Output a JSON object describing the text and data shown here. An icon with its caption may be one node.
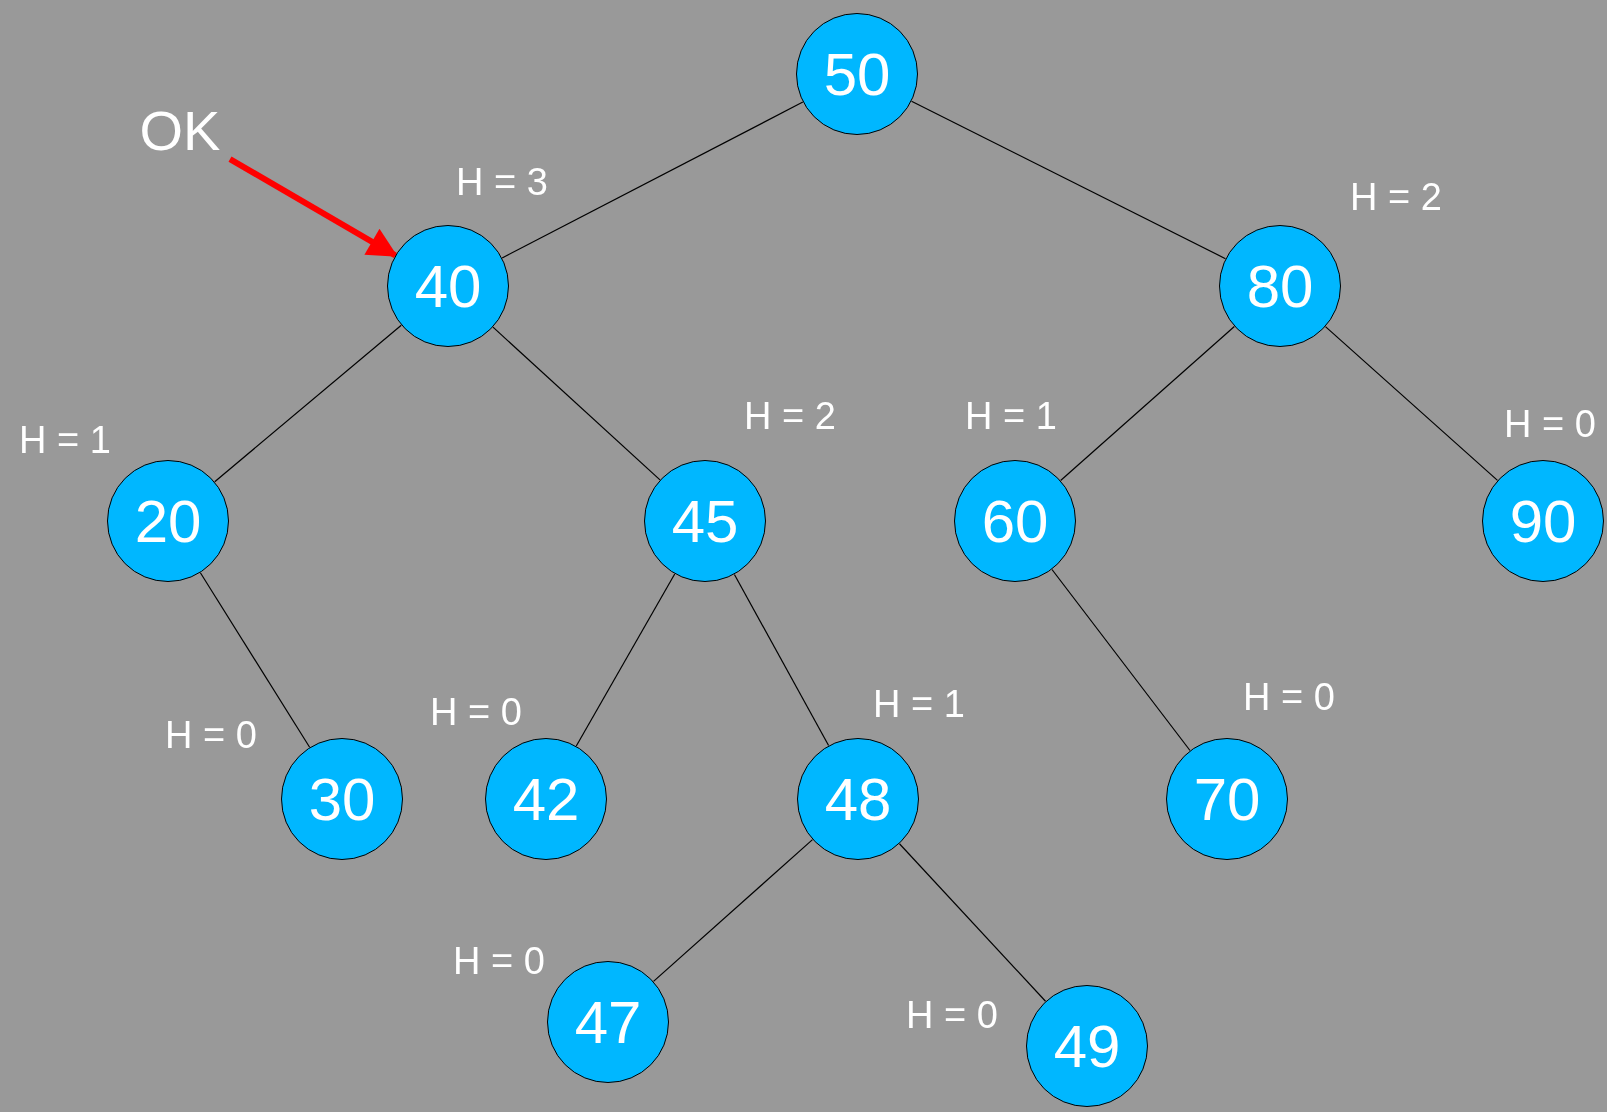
{
  "diagram": {
    "nodes": [
      {
        "text": [
          "50"
        ]
      },
      {
        "text": [
          "OK"
        ]
      },
      {
        "text": [
          "40"
        ],
        "beside": [
          "H = 3"
        ]
      },
      {
        "text": [
          "80"
        ],
        "beside": [
          "H = 2"
        ]
      },
      {
        "text": [
          "20"
        ],
        "beside": [
          "H = 1"
        ]
      },
      {
        "text": [
          "45"
        ],
        "beside": [
          "H = 2"
        ]
      },
      {
        "text": [
          "60"
        ],
        "beside": [
          "H = 1"
        ]
      },
      {
        "text": [
          "90"
        ],
        "beside": [
          "H = 0"
        ]
      },
      {
        "text": [
          "30"
        ],
        "beside": [
          "H = 0"
        ]
      },
      {
        "text": [
          "42"
        ],
        "beside": [
          "H = 0"
        ]
      },
      {
        "text": [
          "48"
        ],
        "beside": [
          "H = 1"
        ]
      },
      {
        "text": [
          "70"
        ],
        "beside": [
          "H = 0"
        ]
      },
      {
        "text": [
          "47"
        ],
        "beside": [
          "H = 0"
        ]
      },
      {
        "text": [
          "49"
        ],
        "beside": [
          "H = 0"
        ]
      }
    ],
    "edges": [
      {
        "from": 0,
        "to": 2,
        "arrow": "none"
      },
      {
        "from": 0,
        "to": 3,
        "arrow": "none"
      },
      {
        "from": 2,
        "to": 4,
        "arrow": "none"
      },
      {
        "from": 2,
        "to": 5,
        "arrow": "none"
      },
      {
        "from": 3,
        "to": 6,
        "arrow": "none"
      },
      {
        "from": 3,
        "to": 7,
        "arrow": "none"
      },
      {
        "from": 4,
        "to": 8,
        "arrow": "none"
      },
      {
        "from": 5,
        "to": 9,
        "arrow": "none"
      },
      {
        "from": 5,
        "to": 10,
        "arrow": "none"
      },
      {
        "from": 6,
        "to": 11,
        "arrow": "none"
      },
      {
        "from": 10,
        "to": 12,
        "arrow": "none"
      },
      {
        "from": 10,
        "to": 13,
        "arrow": "none"
      },
      {
        "from": 1,
        "to": 2,
        "arrow": "to",
        "style": "thick",
        "color": "#ff0000"
      }
    ]
  }
}
